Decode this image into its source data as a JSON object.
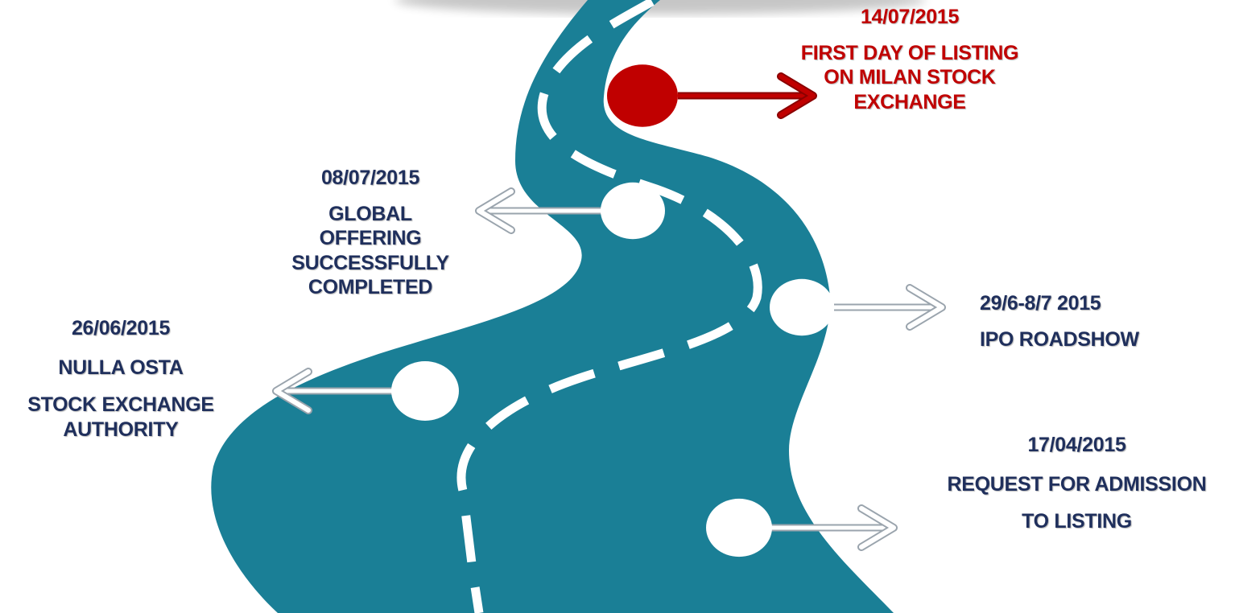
{
  "colors": {
    "road": "#1a7f96",
    "road_dark": "#166f84",
    "dash": "#ffffff",
    "milestone": "#ffffff",
    "highlight": "#c00000",
    "text": "#1f2f5c",
    "text_highlight": "#c00000"
  },
  "milestones": [
    {
      "id": "listing",
      "date": "14/07/2015",
      "lines": [
        "FIRST DAY OF LISTING",
        "ON MILAN STOCK",
        "EXCHANGE"
      ],
      "highlighted": true,
      "arrow_direction": "right"
    },
    {
      "id": "global-offering",
      "date": "08/07/2015",
      "lines": [
        "GLOBAL",
        "OFFERING",
        "SUCCESSFULLY",
        "COMPLETED"
      ],
      "highlighted": false,
      "arrow_direction": "left"
    },
    {
      "id": "roadshow",
      "date": "29/6-8/7 2015",
      "lines": [
        "IPO ROADSHOW"
      ],
      "highlighted": false,
      "arrow_direction": "right"
    },
    {
      "id": "nulla-osta",
      "date": "26/06/2015",
      "lines": [
        "NULLA OSTA",
        "STOCK EXCHANGE",
        "AUTHORITY"
      ],
      "highlighted": false,
      "arrow_direction": "left"
    },
    {
      "id": "request-admission",
      "date": "17/04/2015",
      "lines": [
        "REQUEST FOR ADMISSION",
        "TO LISTING"
      ],
      "highlighted": false,
      "arrow_direction": "right"
    }
  ]
}
